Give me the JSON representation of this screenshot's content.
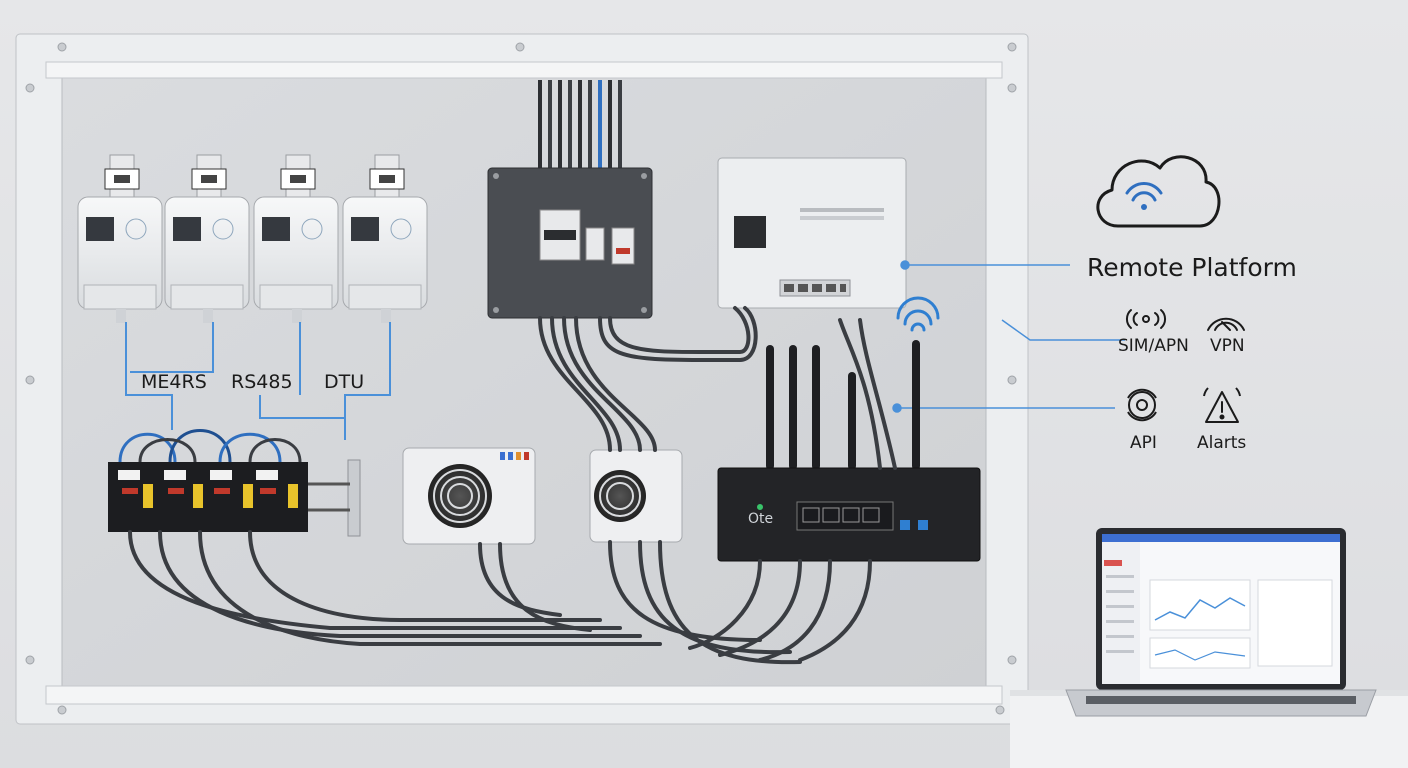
{
  "protocol_labels": {
    "meter_bus": "ME4RS",
    "serial": "RS485",
    "gateway": "DTU"
  },
  "remote": {
    "title": "Remote Platform",
    "features": {
      "sim": "SIM/APN",
      "vpn": "VPN",
      "api": "API",
      "alerts": "Alarts"
    }
  },
  "router": {
    "brand": "Ote"
  },
  "colors": {
    "connector_line": "#4a90d9",
    "wifi_signal": "#2f7fd1",
    "cabinet_face": "#d5d7da",
    "cabinet_frame": "#eceef0",
    "enclosure_dark": "#4a4d52",
    "router_body": "#232427",
    "cable": "#3a3d42"
  },
  "icons": [
    "cloud-wifi-icon",
    "cellular-signal-icon",
    "vpn-signal-icon",
    "api-gear-icon",
    "alert-bell-icon",
    "wifi-icon"
  ]
}
